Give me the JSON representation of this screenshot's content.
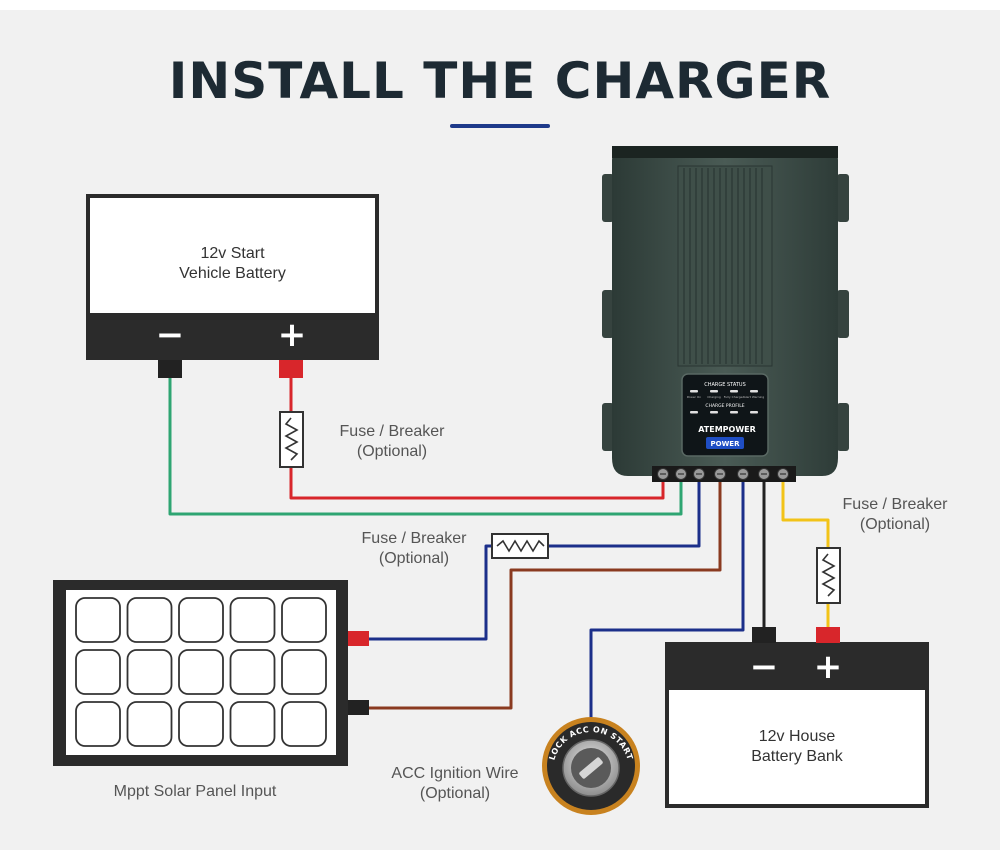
{
  "title": "INSTALL THE CHARGER",
  "vehicle_battery": {
    "line1": "12v Start",
    "line2": "Vehicle Battery",
    "neg": "−",
    "pos": "+"
  },
  "house_battery": {
    "line1": "12v House",
    "line2": "Battery Bank",
    "neg": "−",
    "pos": "+"
  },
  "fuse_top": {
    "line1": "Fuse / Breaker",
    "line2": "(Optional)"
  },
  "fuse_middle": {
    "line1": "Fuse / Breaker",
    "line2": "(Optional)"
  },
  "fuse_right": {
    "line1": "Fuse / Breaker",
    "line2": "(Optional)"
  },
  "solar_panel": {
    "label": "Mppt Solar Panel Input"
  },
  "ignition": {
    "line1": "ACC Ignition Wire",
    "line2": "(Optional)",
    "switch_text": "LOCK ACC ON START"
  },
  "charger": {
    "brand": "ATEMPOWER",
    "power_button": "POWER",
    "charge_status": "CHARGE STATUS",
    "charge_profile": "CHARGE PROFILE",
    "status_items": [
      "Power On",
      "Charging",
      "Fully Charged",
      "Alert Warning"
    ]
  },
  "colors": {
    "wire_red": "#d8262b",
    "wire_green": "#2ea572",
    "wire_blue": "#1c2f8a",
    "wire_brown": "#8a3a20",
    "wire_yellow": "#f2c318",
    "wire_black": "#222222",
    "accent": "#1e3a8a"
  }
}
